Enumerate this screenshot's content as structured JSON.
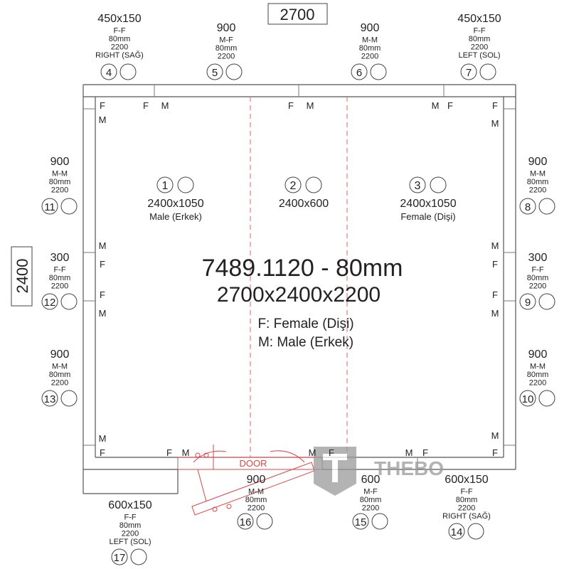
{
  "dimensions": {
    "top": "2700",
    "left": "2400"
  },
  "title": {
    "code": "7489.1120 - 80mm",
    "size": "2700x2400x2200"
  },
  "legend": {
    "female": "F: Female (Dişi)",
    "male": "M: Male (Erkek)"
  },
  "door_label": "DOOR",
  "watermark": "THEBO",
  "floor_panels": [
    {
      "num": "1",
      "size": "2400x1050",
      "type": "Male (Erkek)"
    },
    {
      "num": "2",
      "size": "2400x600",
      "type": ""
    },
    {
      "num": "3",
      "size": "2400x1050",
      "type": "Female (Dişi)"
    }
  ],
  "wall_panels": [
    {
      "num": "4",
      "lines": [
        "450x150",
        "F-F",
        "80mm",
        "2200",
        "RIGHT (SAĞ)"
      ]
    },
    {
      "num": "5",
      "lines": [
        "900",
        "M-F",
        "80mm",
        "2200"
      ]
    },
    {
      "num": "6",
      "lines": [
        "900",
        "M-M",
        "80mm",
        "2200"
      ]
    },
    {
      "num": "7",
      "lines": [
        "450x150",
        "F-F",
        "80mm",
        "2200",
        "LEFT (SOL)"
      ]
    },
    {
      "num": "8",
      "lines": [
        "900",
        "M-M",
        "80mm",
        "2200"
      ]
    },
    {
      "num": "9",
      "lines": [
        "300",
        "F-F",
        "80mm",
        "2200"
      ]
    },
    {
      "num": "10",
      "lines": [
        "900",
        "M-M",
        "80mm",
        "2200"
      ]
    },
    {
      "num": "11",
      "lines": [
        "900",
        "M-M",
        "80mm",
        "2200"
      ]
    },
    {
      "num": "12",
      "lines": [
        "300",
        "F-F",
        "80mm",
        "2200"
      ]
    },
    {
      "num": "13",
      "lines": [
        "900",
        "M-M",
        "80mm",
        "2200"
      ]
    },
    {
      "num": "14",
      "lines": [
        "600x150",
        "F-F",
        "80mm",
        "2200",
        "RIGHT (SAĞ)"
      ]
    },
    {
      "num": "15",
      "lines": [
        "600",
        "M-F",
        "80mm",
        "2200"
      ]
    },
    {
      "num": "16",
      "lines": [
        "900",
        "M-M",
        "80mm",
        "2200"
      ]
    },
    {
      "num": "17",
      "lines": [
        "600x150",
        "F-F",
        "80mm",
        "2200",
        "LEFT (SOL)"
      ]
    }
  ],
  "joint_marks": [
    "F",
    "F",
    "M",
    "F",
    "M",
    "M",
    "F",
    "F",
    "M",
    "M",
    "F",
    "F",
    "M",
    "M",
    "F",
    "M",
    "M",
    "F",
    "F",
    "M",
    "M",
    "F",
    "F",
    "M",
    "M",
    "F",
    "M",
    "F",
    "M",
    "M",
    "F"
  ]
}
